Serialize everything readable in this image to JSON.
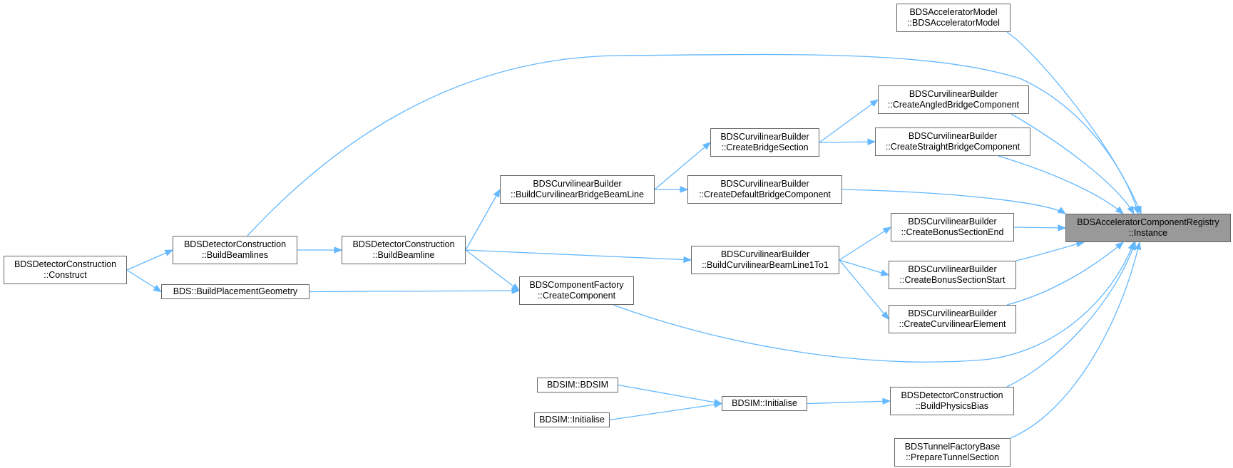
{
  "colors": {
    "edge": "#63b8ff",
    "node_border": "#666666",
    "root_fill": "#999999",
    "node_fill": "#ffffff"
  },
  "nodes": [
    {
      "id": "root",
      "lines": [
        "BDSAcceleratorComponentRegistry",
        "::Instance"
      ],
      "root": true
    },
    {
      "id": "accmodel",
      "lines": [
        "BDSAcceleratorModel",
        "::BDSAcceleratorModel"
      ]
    },
    {
      "id": "angled",
      "lines": [
        "BDSCurvilinearBuilder",
        "::CreateAngledBridgeComponent"
      ]
    },
    {
      "id": "straight",
      "lines": [
        "BDSCurvilinearBuilder",
        "::CreateStraightBridgeComponent"
      ]
    },
    {
      "id": "bridgesec",
      "lines": [
        "BDSCurvilinearBuilder",
        "::CreateBridgeSection"
      ]
    },
    {
      "id": "defbridge",
      "lines": [
        "BDSCurvilinearBuilder",
        "::CreateDefaultBridgeComponent"
      ]
    },
    {
      "id": "bridgebeam",
      "lines": [
        "BDSCurvilinearBuilder",
        "::BuildCurvilinearBridgeBeamLine"
      ]
    },
    {
      "id": "bonusend",
      "lines": [
        "BDSCurvilinearBuilder",
        "::CreateBonusSectionEnd"
      ]
    },
    {
      "id": "bonusstart",
      "lines": [
        "BDSCurvilinearBuilder",
        "::CreateBonusSectionStart"
      ]
    },
    {
      "id": "beam1to1",
      "lines": [
        "BDSCurvilinearBuilder",
        "::BuildCurvilinearBeamLine1To1"
      ]
    },
    {
      "id": "curvelem",
      "lines": [
        "BDSCurvilinearBuilder",
        "::CreateCurvilinearElement"
      ]
    },
    {
      "id": "compfact",
      "lines": [
        "BDSComponentFactory",
        "::CreateComponent"
      ]
    },
    {
      "id": "buildbeamline",
      "lines": [
        "BDSDetectorConstruction",
        "::BuildBeamline"
      ]
    },
    {
      "id": "buildbeamlines",
      "lines": [
        "BDSDetectorConstruction",
        "::BuildBeamlines"
      ]
    },
    {
      "id": "construct",
      "lines": [
        "BDSDetectorConstruction",
        "::Construct"
      ]
    },
    {
      "id": "placement",
      "lines": [
        "BDS::BuildPlacementGeometry"
      ]
    },
    {
      "id": "bdsimctor",
      "lines": [
        "BDSIM::BDSIM"
      ]
    },
    {
      "id": "bdsiminit2",
      "lines": [
        "BDSIM::Initialise"
      ]
    },
    {
      "id": "bdsiminit",
      "lines": [
        "BDSIM::Initialise"
      ]
    },
    {
      "id": "physbias",
      "lines": [
        "BDSDetectorConstruction",
        "::BuildPhysicsBias"
      ]
    },
    {
      "id": "tunnel",
      "lines": [
        "BDSTunnelFactoryBase",
        "::PrepareTunnelSection"
      ]
    }
  ],
  "edges": [
    {
      "from": "accmodel",
      "to": "root"
    },
    {
      "from": "buildbeamlines",
      "to": "root"
    },
    {
      "from": "angled",
      "to": "root"
    },
    {
      "from": "straight",
      "to": "root"
    },
    {
      "from": "defbridge",
      "to": "root"
    },
    {
      "from": "bonusend",
      "to": "root"
    },
    {
      "from": "bonusstart",
      "to": "root"
    },
    {
      "from": "curvelem",
      "to": "root"
    },
    {
      "from": "compfact",
      "to": "root"
    },
    {
      "from": "physbias",
      "to": "root"
    },
    {
      "from": "tunnel",
      "to": "root"
    },
    {
      "from": "bridgesec",
      "to": "angled"
    },
    {
      "from": "bridgesec",
      "to": "straight"
    },
    {
      "from": "bridgebeam",
      "to": "bridgesec"
    },
    {
      "from": "bridgebeam",
      "to": "defbridge"
    },
    {
      "from": "buildbeamline",
      "to": "bridgebeam"
    },
    {
      "from": "beam1to1",
      "to": "bonusend"
    },
    {
      "from": "beam1to1",
      "to": "bonusstart"
    },
    {
      "from": "beam1to1",
      "to": "curvelem"
    },
    {
      "from": "buildbeamline",
      "to": "beam1to1"
    },
    {
      "from": "buildbeamline",
      "to": "compfact"
    },
    {
      "from": "placement",
      "to": "compfact"
    },
    {
      "from": "buildbeamlines",
      "to": "buildbeamline"
    },
    {
      "from": "construct",
      "to": "buildbeamlines"
    },
    {
      "from": "construct",
      "to": "placement"
    },
    {
      "from": "bdsiminit2",
      "to": "physbias"
    },
    {
      "from": "bdsimctor",
      "to": "bdsiminit2"
    },
    {
      "from": "bdsiminit",
      "to": "bdsiminit2"
    }
  ]
}
